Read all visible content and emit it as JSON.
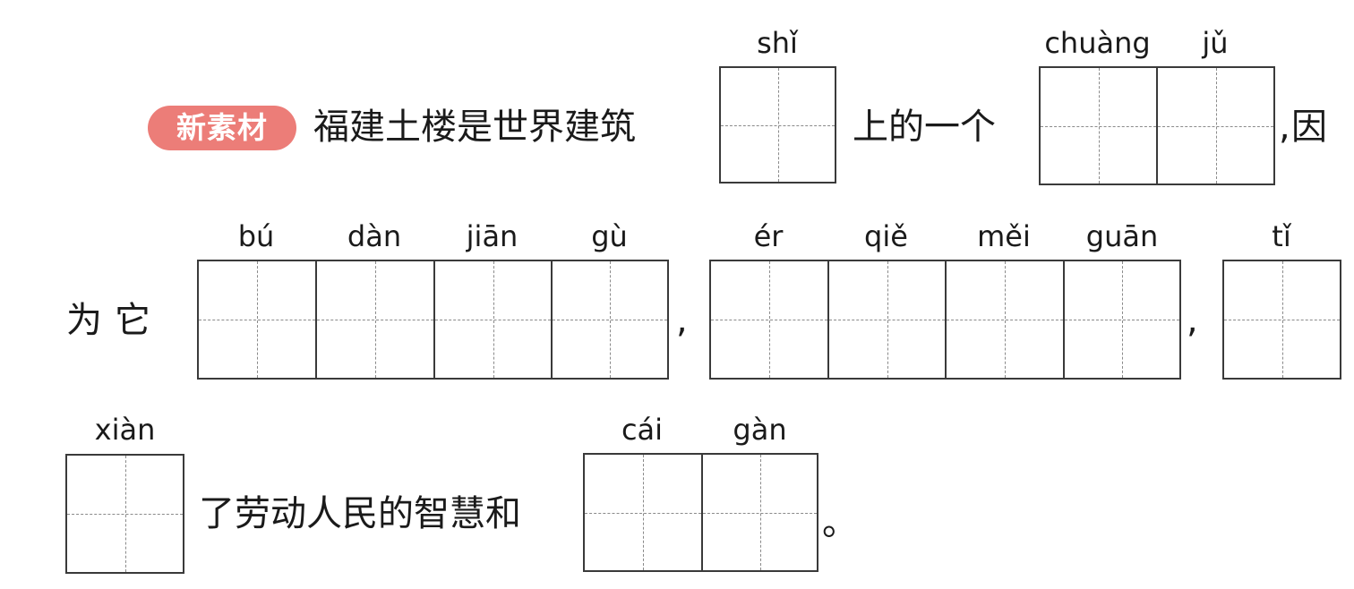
{
  "badge": {
    "label": "新素材",
    "color": "#ec7d78"
  },
  "line1": {
    "text_a": "福建土楼是世界建筑",
    "text_b": "上的一个",
    "punct_comma": ",",
    "text_c": "因"
  },
  "line2": {
    "text_a": "为它",
    "punct_comma_1": ",",
    "punct_comma_2": ","
  },
  "line3": {
    "text_a": "了劳动人民的智慧和",
    "punct_period": "。"
  },
  "pinyin": {
    "shi": "shǐ",
    "chuang": "chuàng",
    "ju": "jǔ",
    "bu": "bú",
    "dan": "dàn",
    "jian": "jiān",
    "gu": "gù",
    "er": "ér",
    "qie": "qiě",
    "mei": "měi",
    "guan": "guān",
    "ti": "tǐ",
    "xian": "xiàn",
    "cai": "cái",
    "gan": "gàn"
  }
}
